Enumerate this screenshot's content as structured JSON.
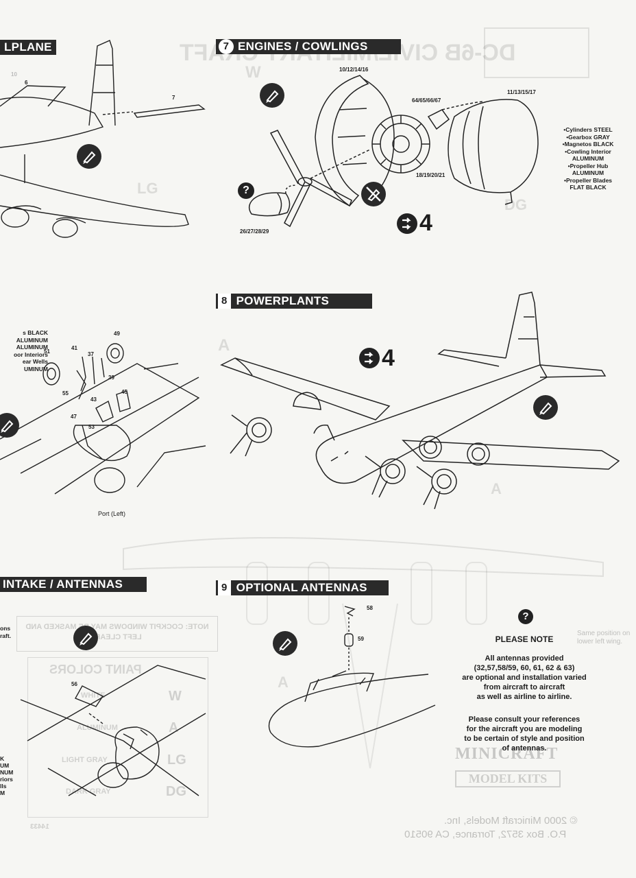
{
  "background": {
    "title_fragment": "DC-6B CIVIL/MILITARY CRAFT",
    "letters": [
      "W",
      "A",
      "LG",
      "DG"
    ],
    "color_chart": {
      "title": "PAINT COLORS",
      "rows": [
        {
          "code": "W",
          "name": "WHITE"
        },
        {
          "code": "A",
          "name": "ALUMINUM"
        },
        {
          "code": "LG",
          "name": "LIGHT GRAY"
        },
        {
          "code": "DG",
          "name": "DARK GRAY"
        }
      ]
    },
    "cockpit_note": "NOTE: COCKPIT WINDOWS MAY BE MASKED AND LEFT CLEAR.",
    "wing_note": "Same position on lower left wing.",
    "brand": [
      "MINICRAFT",
      "MODEL KITS"
    ],
    "copyright": [
      "© 2000 Minicraft Models, Inc.",
      "P.O. Box 3572, Torrance, CA 90510"
    ],
    "catalog_no": "14433"
  },
  "sections": {
    "tailplane": {
      "title": "LPLANE",
      "parts": [
        "6",
        "7",
        "10"
      ]
    },
    "engines": {
      "number": "7",
      "title": "ENGINES / COWLINGS",
      "parts": {
        "rings": "10/12/14/16",
        "cowl": "11/13/15/17",
        "exhaust": "64/65/66/67",
        "spinner": "18/19/20/21",
        "hub": "26/27/28/29"
      },
      "step": "4",
      "paint": [
        "•Cylinders STEEL",
        "•Gearbox GRAY",
        "•Magnetos BLACK",
        "•Cowling Interior",
        "ALUMINUM",
        "•Propeller Hub",
        "ALUMINUM",
        "•Propeller Blades",
        "FLAT BLACK"
      ]
    },
    "powerplants": {
      "number": "8",
      "title": "POWERPLANTS",
      "step": "4"
    },
    "gear": {
      "paint": [
        "s BLACK",
        "ALUMINUM",
        "ALUMINUM",
        "oor Interiors",
        "ear Wells",
        "UMINUM"
      ],
      "parts": [
        "49",
        "51",
        "41",
        "37",
        "39",
        "55",
        "43",
        "45",
        "47",
        "53"
      ],
      "caption": "Port (Left)"
    },
    "intake": {
      "title": "INTAKE / ANTENNAS",
      "side_text": [
        "ons",
        "raft."
      ],
      "paint": [
        "K",
        "UM",
        "NUM",
        "riors",
        "lls",
        "M"
      ],
      "part": "56"
    },
    "antennas": {
      "number": "9",
      "title": "OPTIONAL ANTENNAS",
      "parts": [
        "58",
        "59"
      ]
    }
  },
  "note": {
    "title": "PLEASE NOTE",
    "body": [
      "All antennas provided",
      "(32,57,58/59, 60, 61, 62 & 63)",
      "are optional and installation varied",
      "from aircraft to aircraft",
      "as well as airline to airline."
    ],
    "body2": [
      "Please consult your references",
      "for the aircraft you are modeling",
      "to be certain of style and position",
      "of antennas."
    ]
  }
}
